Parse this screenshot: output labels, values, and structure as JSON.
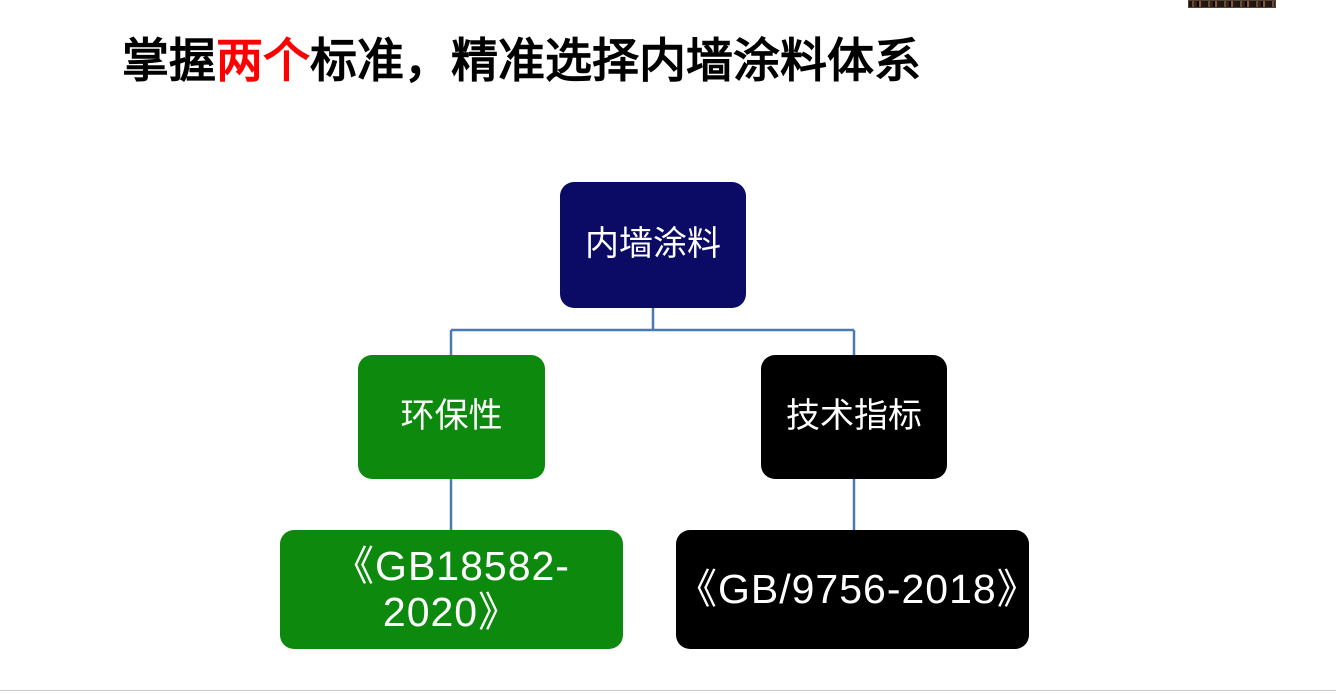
{
  "slide": {
    "background_color": "#ffffff",
    "title": {
      "prefix": "掌握",
      "highlight": "两个",
      "suffix": "标准，精准选择内墙涂料体系",
      "full_text": "掌握两个标准，精准选择内墙涂料体系",
      "highlight_color": "#ff0000",
      "text_color": "#000000"
    },
    "diagram": {
      "connector_color": "#4a7ab0",
      "nodes": {
        "root": {
          "label": "内墙涂料",
          "color": "#0b0b66",
          "text_color": "#ffffff"
        },
        "branch_left": {
          "label": "环保性",
          "color": "#0d8a0d",
          "text_color": "#ffffff"
        },
        "branch_right": {
          "label": "技术指标",
          "color": "#000000",
          "text_color": "#ffffff"
        },
        "leaf_left": {
          "label": "《GB18582-2020》",
          "color": "#0d8a0d",
          "text_color": "#ffffff"
        },
        "leaf_right": {
          "label": "《GB/9756-2018》",
          "color": "#000000",
          "text_color": "#ffffff"
        }
      }
    },
    "decorations": {
      "thumbnail_strip": "",
      "bottom_rule": ""
    }
  }
}
